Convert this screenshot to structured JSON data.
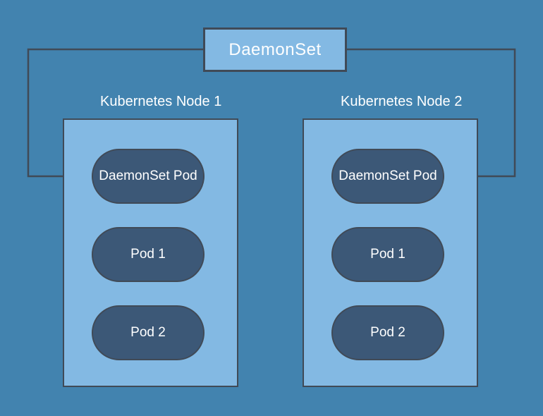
{
  "daemonset": {
    "label": "DaemonSet"
  },
  "nodes": [
    {
      "title": "Kubernetes Node 1",
      "pods": [
        {
          "label": "DaemonSet Pod"
        },
        {
          "label": "Pod 1"
        },
        {
          "label": "Pod 2"
        }
      ]
    },
    {
      "title": "Kubernetes Node 2",
      "pods": [
        {
          "label": "DaemonSet Pod"
        },
        {
          "label": "Pod 1"
        },
        {
          "label": "Pod 2"
        }
      ]
    }
  ],
  "colors": {
    "background": "#4283AF",
    "container_fill": "#83B9E3",
    "pod_fill": "#3C5877",
    "line": "#404A57",
    "text": "#FFFFFF"
  }
}
